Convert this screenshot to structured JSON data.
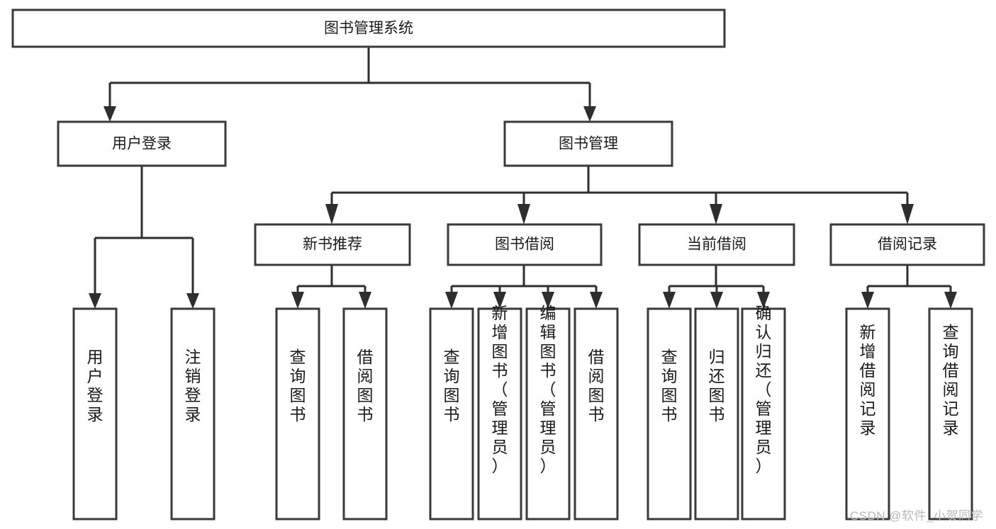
{
  "diagram": {
    "title": "图书管理系统",
    "watermark": "CSDN @软件_小贺同学",
    "root": {
      "label": "图书管理系统"
    },
    "level2": [
      {
        "label": "用户登录"
      },
      {
        "label": "图书管理"
      }
    ],
    "level3": [
      {
        "label": "新书推荐"
      },
      {
        "label": "图书借阅"
      },
      {
        "label": "当前借阅"
      },
      {
        "label": "借阅记录"
      }
    ],
    "leaves": {
      "user_login": [
        {
          "label": "用户登录"
        },
        {
          "label": "注销登录"
        }
      ],
      "new_book_recommend": [
        {
          "label": "查询图书"
        },
        {
          "label": "借阅图书"
        }
      ],
      "book_borrow": [
        {
          "label": "查询图书"
        },
        {
          "label": "新增图书（管理员）"
        },
        {
          "label": "编辑图书（管理员）"
        },
        {
          "label": "借阅图书"
        }
      ],
      "current_borrow": [
        {
          "label": "查询图书"
        },
        {
          "label": "归还图书"
        },
        {
          "label": "确认归还（管理员）"
        }
      ],
      "borrow_record": [
        {
          "label": "新增借阅记录"
        },
        {
          "label": "查询借阅记录"
        }
      ]
    }
  },
  "colors": {
    "box_stroke": "#3a3a3a",
    "connector": "#2e2e2e",
    "text": "#1a1a1a",
    "background": "#ffffff",
    "watermark": "#b9b9b9"
  }
}
